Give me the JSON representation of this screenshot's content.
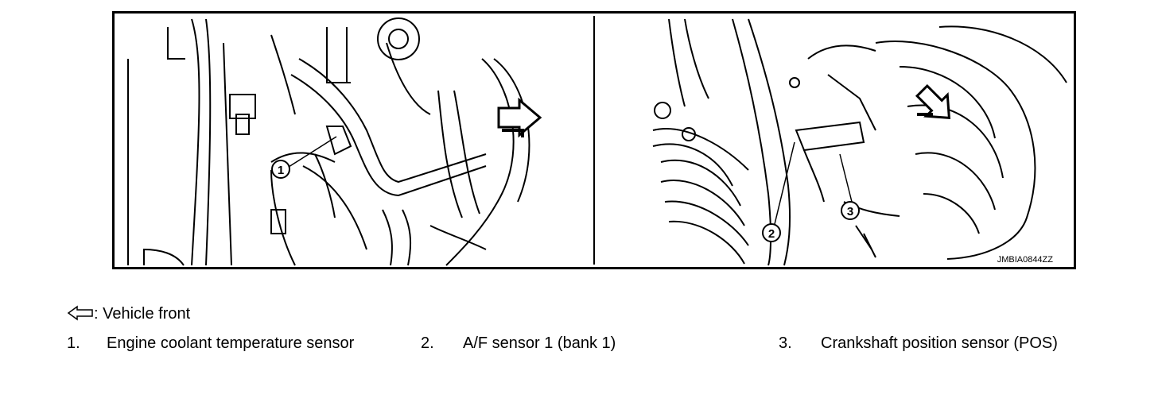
{
  "figure": {
    "code": "JMBIA0844ZZ",
    "callouts": [
      "1",
      "2",
      "3"
    ]
  },
  "legend": {
    "arrow_icon": "hollow-arrow-left-icon",
    "vehicle_front": ": Vehicle front",
    "items": [
      {
        "num": "1.",
        "label": "Engine coolant temperature sensor"
      },
      {
        "num": "2.",
        "label": "A/F sensor 1 (bank 1)"
      },
      {
        "num": "3.",
        "label": "Crankshaft position sensor (POS)"
      }
    ]
  }
}
